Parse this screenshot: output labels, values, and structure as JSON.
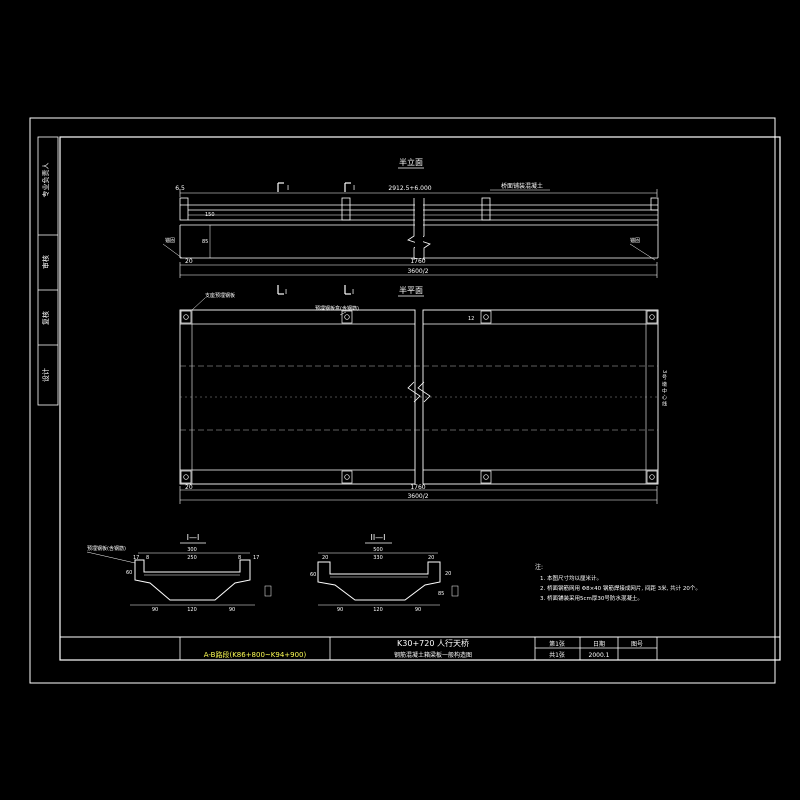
{
  "colors": {
    "background": "#000000",
    "line": "#ffffff",
    "accent": "#ffff55",
    "centerline": "#bbbbbb"
  },
  "elevation": {
    "title": "半立面",
    "dim_top_left": "6.5",
    "section_mark_1": "I",
    "section_mark_2": "I",
    "span_note": "2912.5+6.000",
    "callout_right": "桥面铺装混凝土",
    "dim_150": "150",
    "dim_85": "85",
    "dim_20": "20",
    "dim_1760": "1760",
    "dim_3600": "3600/2",
    "callout_left": "锚固",
    "callout_right2": "锚固"
  },
  "plan": {
    "title": "半平面",
    "mark_left": "I",
    "mark_right": "I",
    "callout_1": "支座预埋钢板",
    "callout_2": "预埋钢板盒(含钢筋)",
    "dim_12": "12",
    "dim_20": "20",
    "dim_1760": "1760",
    "dim_3600": "3600/2",
    "side_note": "3 号 墩 中 心 线"
  },
  "sections": {
    "s1_title": "I—I",
    "s1_dims": [
      "17",
      "300",
      "8",
      "250",
      "8",
      "17",
      "60",
      "90",
      "120",
      "90"
    ],
    "s1_label": "预埋钢板(含钢筋)",
    "s2_title": "II—I",
    "s2_dims": [
      "500",
      "20",
      "330",
      "20",
      "20",
      "85",
      "60",
      "90",
      "120",
      "90"
    ]
  },
  "notes": {
    "heading": "注:",
    "lines": [
      "1. 本图尺寸均以厘米计。",
      "2. 桥面钢筋网用 Φ8×40 钢筋焊接成网片, 间距 3米, 共计 20个。",
      "3. 桥面铺装采用5cm厚30号防水混凝土。"
    ]
  },
  "left_strip": [
    "专业负责人",
    "审核",
    "复核",
    "设计"
  ],
  "title_block": {
    "project": "A-B路段(K86+800~K94+900)",
    "drawing_title": "K30+720 人行天桥",
    "drawing_subtitle": "钢筋混凝土箱梁板一般构造图",
    "sheet": "第1张",
    "total": "共1张",
    "date_label": "日期",
    "date_value": "2000.1",
    "number_label": "图号"
  }
}
